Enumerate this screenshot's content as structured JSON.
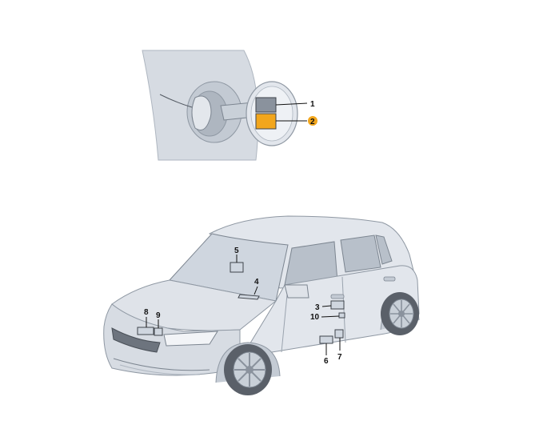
{
  "colors": {
    "panel": "#d6dbe2",
    "panel_edge": "#aeb6c0",
    "car_body": "#e2e6ec",
    "car_shade": "#c4cbd4",
    "glass": "#cfd6df",
    "tire": "#5a6069",
    "label_gray": "#8a929d",
    "label_orange": "#f2a61c",
    "highlight": "#f2a61c",
    "line": "#555b64"
  },
  "figures": [
    {
      "name": "fuel-filler-flap-detail"
    },
    {
      "name": "car-exterior-view"
    }
  ],
  "callouts": {
    "c1": "1",
    "c2": "2",
    "c3": "3",
    "c4": "4",
    "c5": "5",
    "c6": "6",
    "c7": "7",
    "c8": "8",
    "c9": "9",
    "c10": "10"
  }
}
